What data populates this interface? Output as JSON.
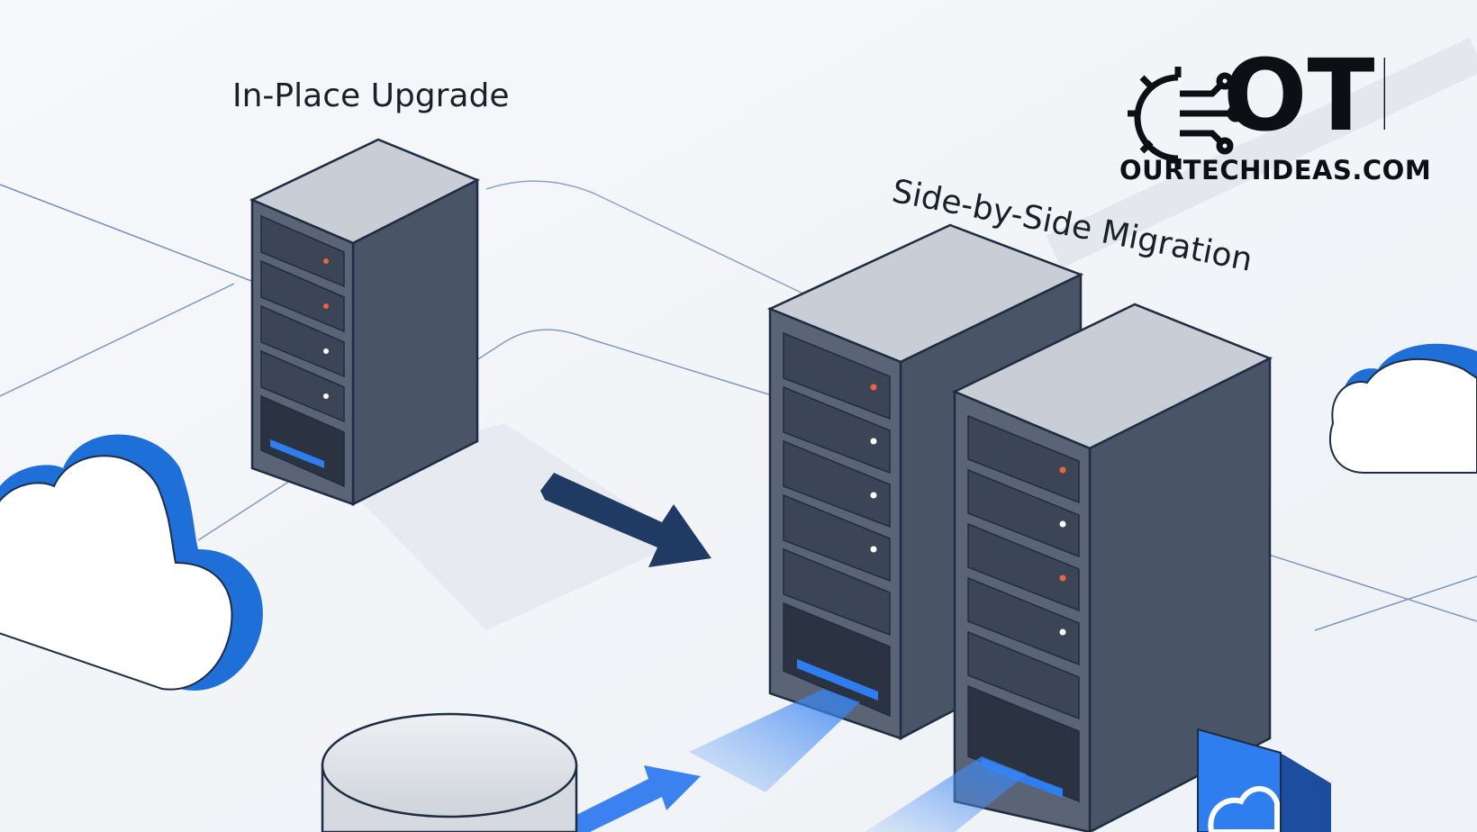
{
  "labels": {
    "in_place": "In-Place Upgrade",
    "side_by_side": "Side-by-Side Migration"
  },
  "logo": {
    "letters": "OTI",
    "site": "OURTECHIDEAS.COM"
  },
  "colors": {
    "background": "#f4f6f9",
    "server_front": "#5a6475",
    "server_side": "#4a5467",
    "server_top": "#c9ced6",
    "outline": "#1f2d44",
    "cloud_blue": "#1f6fd8",
    "arrow_navy": "#1f3a63",
    "arrow_blue": "#3b82f0",
    "led_orange": "#e8663c"
  },
  "icons": [
    "server-rack-icon",
    "cloud-icon",
    "database-icon",
    "arrow-right-icon",
    "gear-circuit-icon",
    "cloud-sync-icon"
  ]
}
